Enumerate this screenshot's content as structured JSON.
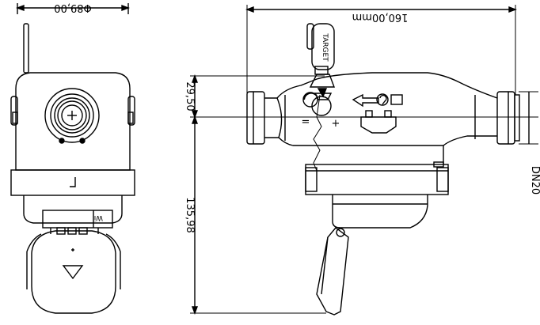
{
  "dimensions": {
    "diameter": "Φ89,00",
    "length": "160,00mm",
    "offset_top": "29,50",
    "height": "135,98",
    "connection": "DN20"
  },
  "labels": {
    "handle_brand": "TARGET",
    "minus_sign": "=",
    "plus_sign": "+",
    "wifi_mark": "Wi"
  },
  "colors": {
    "line": "#000000",
    "background": "#ffffff"
  }
}
